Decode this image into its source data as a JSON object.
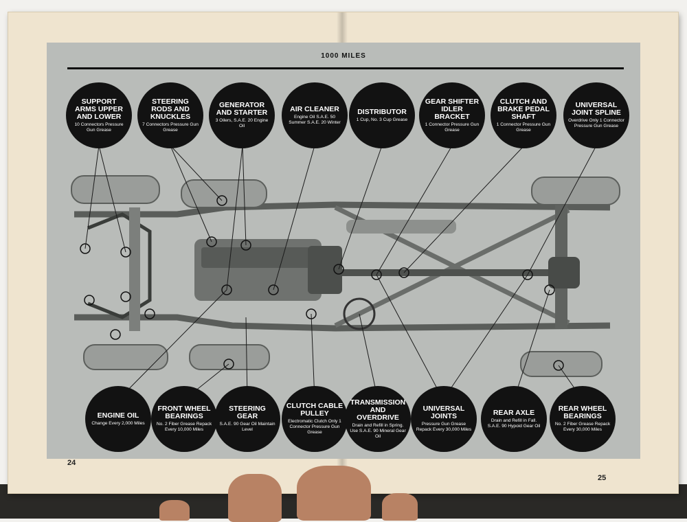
{
  "header": {
    "title": "1000 MILES"
  },
  "top_labels": [
    {
      "id": "support-arms",
      "title": "Support Arms Upper and Lower",
      "detail": "10 Connectors Pressure Gun Grease"
    },
    {
      "id": "steering-rods",
      "title": "Steering Rods and Knuckles",
      "detail": "7 Connectors Pressure Gun Grease"
    },
    {
      "id": "generator",
      "title": "Generator and Starter",
      "detail": "3 Oilers, S.A.E. 20 Engine Oil"
    },
    {
      "id": "air-cleaner",
      "title": "Air Cleaner",
      "detail": "Engine Oil S.A.E. 50 Summer S.A.E. 20 Winter"
    },
    {
      "id": "distributor",
      "title": "Distributor",
      "detail": "1 Cup, No. 3 Cup Grease"
    },
    {
      "id": "gear-shifter",
      "title": "Gear Shifter Idler Bracket",
      "detail": "1 Connector Pressure Gun Grease"
    },
    {
      "id": "clutch-brake",
      "title": "Clutch and Brake Pedal Shaft",
      "detail": "1 Connector Pressure Gun Grease"
    },
    {
      "id": "universal-spline",
      "title": "Universal Joint Spline",
      "detail": "Overdrive Only 1 Connector Pressure Gun Grease"
    }
  ],
  "bottom_labels": [
    {
      "id": "engine-oil",
      "title": "Engine Oil",
      "detail": "Change Every 2,000 Miles"
    },
    {
      "id": "front-wheel",
      "title": "Front Wheel Bearings",
      "detail": "No. 2 Fiber Grease Repack Every 10,000 Miles"
    },
    {
      "id": "steering-gear",
      "title": "Steering Gear",
      "detail": "S.A.E. 90 Gear Oil Maintain Level"
    },
    {
      "id": "clutch-cable",
      "title": "Clutch Cable Pulley",
      "detail": "Electromatic Clutch Only 1 Connector Pressure Gun Grease"
    },
    {
      "id": "transmission",
      "title": "Transmission and Overdrive",
      "detail": "Drain and Refill in Spring. Use S.A.E. 90 Mineral Gear Oil"
    },
    {
      "id": "universal-joints",
      "title": "Universal Joints",
      "detail": "Pressure Gun Grease Repack Every 30,000 Miles"
    },
    {
      "id": "rear-axle",
      "title": "Rear Axle",
      "detail": "Drain and Refill in Fall. S.A.E. 90 Hypoid Gear Oil"
    },
    {
      "id": "rear-wheel",
      "title": "Rear Wheel Bearings",
      "detail": "No. 2 Fiber Grease Repack Every 30,000 Miles"
    }
  ],
  "pages": {
    "left": "24",
    "right": "25"
  }
}
